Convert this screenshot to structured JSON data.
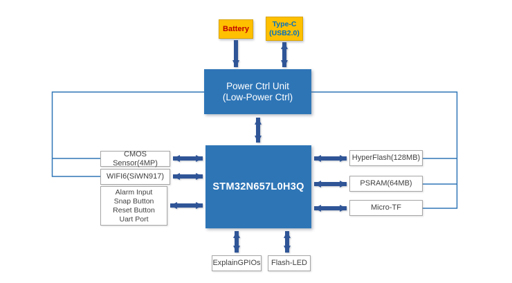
{
  "colors": {
    "box_blue": "#2E75B6",
    "arrow_blue": "#2F5597",
    "line_blue": "#2E75B6",
    "orange": "#FFC000",
    "orange_border": "#D9A300",
    "white_box_border": "#A6A6A6",
    "white_box_text": "#404040",
    "battery_text": "#C00000",
    "typec_text": "#0070C0"
  },
  "nodes": {
    "battery": {
      "label": "Battery"
    },
    "typec": {
      "line1": "Type-C",
      "line2": "(USB2.0)"
    },
    "power_ctrl": {
      "line1": "Power Ctrl Unit",
      "line2": "(Low-Power Ctrl)"
    },
    "mcu": {
      "label": "STM32N657L0H3Q"
    },
    "cmos": {
      "label": "CMOS Sensor(4MP)"
    },
    "wifi": {
      "label": "WIFI6(SiWN917)"
    },
    "io_box": {
      "lines": [
        "Alarm Input",
        "Snap Button",
        "Reset Button",
        "Uart Port"
      ]
    },
    "hyperflash": {
      "label": "HyperFlash(128MB)"
    },
    "psram": {
      "label": "PSRAM(64MB)"
    },
    "microtf": {
      "label": "Micro-TF"
    },
    "gpios": {
      "label": "ExplainGPIOs"
    },
    "flashled": {
      "label": "Flash-LED"
    }
  }
}
